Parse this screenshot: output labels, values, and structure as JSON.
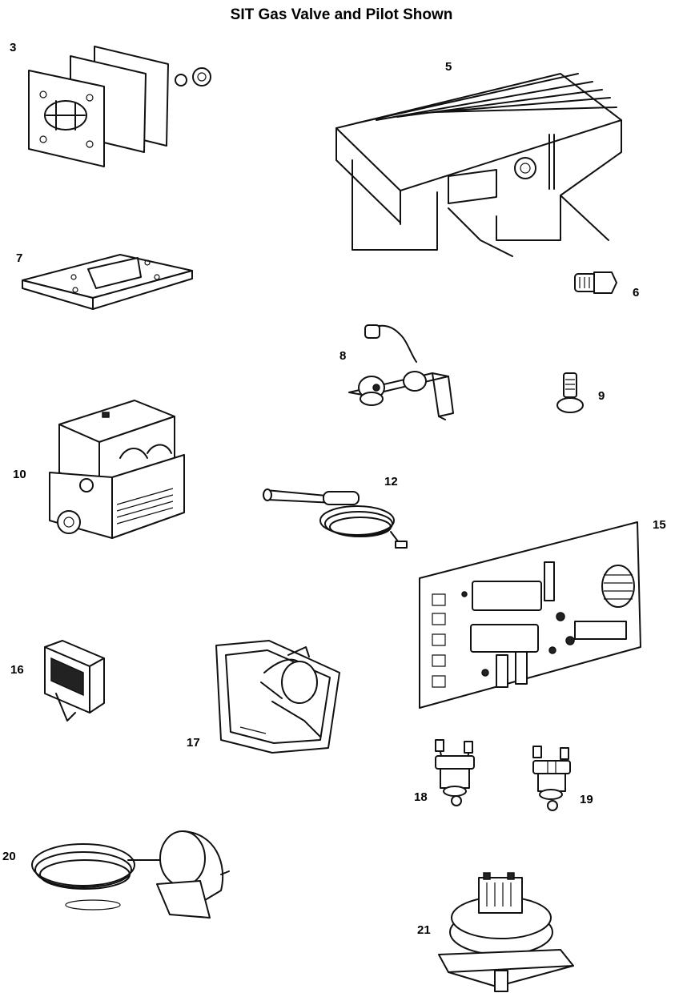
{
  "title": "SIT Gas Valve and Pilot Shown",
  "parts": [
    {
      "id": "3",
      "icon": "gasket-assembly-icon"
    },
    {
      "id": "5",
      "icon": "heat-exchanger-icon"
    },
    {
      "id": "6",
      "icon": "fitting-icon"
    },
    {
      "id": "7",
      "icon": "plate-icon"
    },
    {
      "id": "8",
      "icon": "pilot-assembly-icon"
    },
    {
      "id": "9",
      "icon": "igniter-icon"
    },
    {
      "id": "10",
      "icon": "gas-valve-icon"
    },
    {
      "id": "12",
      "icon": "thermocouple-icon"
    },
    {
      "id": "15",
      "icon": "circuit-board-icon"
    },
    {
      "id": "16",
      "icon": "rocker-switch-icon"
    },
    {
      "id": "17",
      "icon": "blower-housing-icon"
    },
    {
      "id": "18",
      "icon": "limit-switch-icon"
    },
    {
      "id": "19",
      "icon": "limit-switch-icon"
    },
    {
      "id": "20",
      "icon": "thermostat-probe-icon"
    },
    {
      "id": "21",
      "icon": "pressure-switch-icon"
    }
  ]
}
